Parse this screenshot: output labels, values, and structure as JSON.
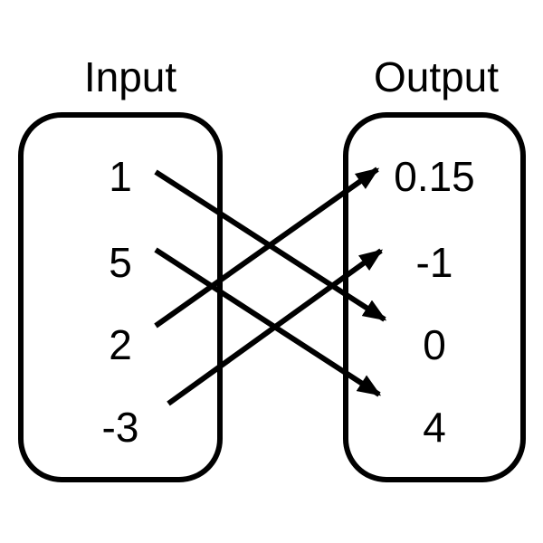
{
  "diagram": {
    "input_header": "Input",
    "output_header": "Output",
    "inputs": [
      "1",
      "5",
      "2",
      "-3"
    ],
    "outputs": [
      "0.15",
      "-1",
      "0",
      "4"
    ],
    "mappings": [
      {
        "from": "1",
        "to": "0"
      },
      {
        "from": "5",
        "to": "4"
      },
      {
        "from": "2",
        "to": "0.15"
      },
      {
        "from": "-3",
        "to": "-1"
      }
    ],
    "colors": {
      "ink": "#000000",
      "background": "#ffffff"
    }
  }
}
